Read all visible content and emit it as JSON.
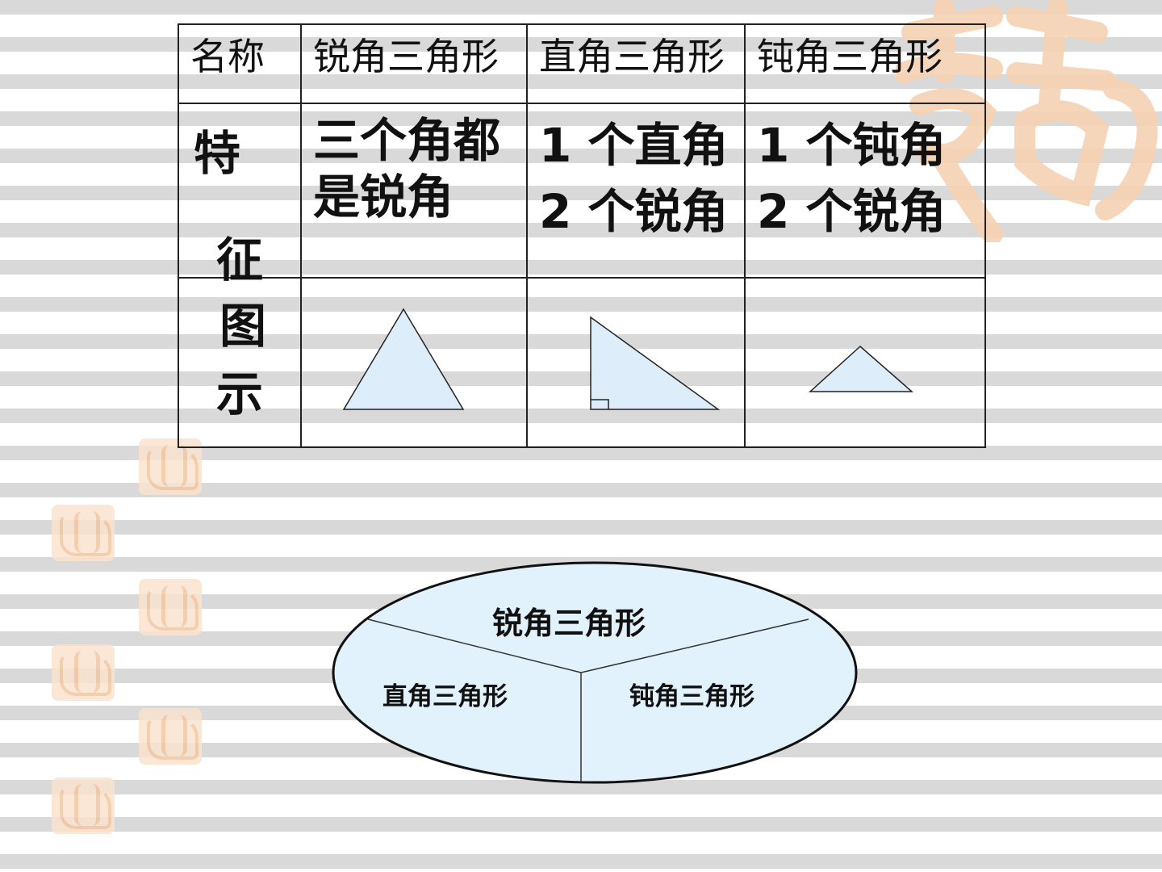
{
  "table": {
    "header": {
      "name_label": "名称",
      "acute": "锐角三角形",
      "right": "直角三角形",
      "obtuse": "钝角三角形"
    },
    "feature_row": {
      "label_char_1": "特",
      "label_char_2": "征",
      "acute_line_1": "三个角都",
      "acute_line_2": "是锐角",
      "right_line_1": "1 个直角",
      "right_line_2": "2 个锐角",
      "obtuse_line_1": "1 个钝角",
      "obtuse_line_2": "2 个锐角"
    },
    "figure_row": {
      "label_char_1": "图",
      "label_char_2": "示"
    }
  },
  "classification_oval": {
    "top_label": "锐角三角形",
    "left_label": "直角三角形",
    "right_label": "钝角三角形"
  },
  "colors": {
    "triangle_fill": "#ddeefa",
    "oval_fill": "#e2f2fc",
    "line": "#222222",
    "seal": "#f3c7a1"
  }
}
